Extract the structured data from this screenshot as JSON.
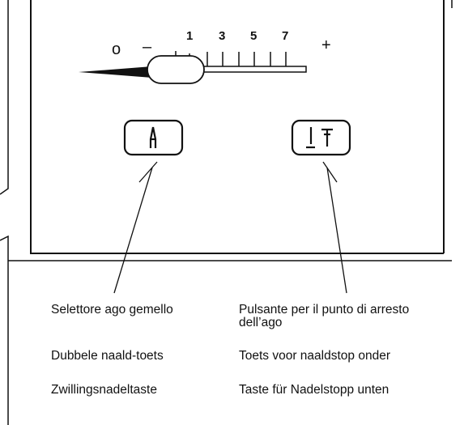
{
  "speed_slider": {
    "min_symbol": "o",
    "minus_symbol": "–",
    "plus_symbol": "+",
    "scale_labels": [
      "1",
      "3",
      "5",
      "7"
    ]
  },
  "buttons": {
    "twin_needle": {
      "icon": "twin-needle-icon"
    },
    "needle_stop": {
      "icon": "needle-stop-down-icon"
    }
  },
  "labels": {
    "left": [
      "Selettore ago gemello",
      "Dubbele naald-toets",
      "Zwillingsnadeltaste"
    ],
    "right_line1": "Pulsante per il punto di arresto",
    "right_line2": "dell’ago",
    "right": [
      "Toets voor naaldstop onder",
      "Taste für Nadelstopp unten"
    ]
  }
}
